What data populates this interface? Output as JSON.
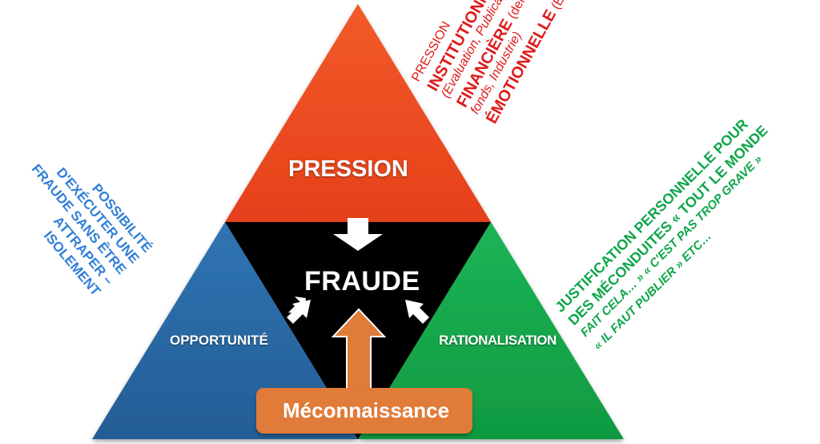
{
  "diagram": {
    "center_label": "FRAUDE",
    "top": {
      "label": "PRESSION",
      "color": "#ef4a1f"
    },
    "left": {
      "label": "OPPORTUNITÉ",
      "color": "#2a6aa6"
    },
    "right": {
      "label": "RATIONALISATION",
      "color": "#16a84c"
    },
    "center_color": "#000000",
    "bottom_box": {
      "label": "Méconnaissance",
      "color": "#e07b39"
    }
  },
  "annotations": {
    "pression": {
      "color": "#e01b1b",
      "lines": {
        "l1": "PRESSION",
        "l2_bold": "INSTITUTIONNELLE,",
        "l3_italic": "(Evaluation, Publication IF)",
        "l4_bold": "FINANCIÈRE",
        "l4_rest": " (demande de",
        "l5_italic": "fonds, Industrie)",
        "l6_bold": "ÉMOTIONNELLE",
        "l6_rest": " (EGO)"
      }
    },
    "rationalisation": {
      "color": "#0ea64a",
      "lines": {
        "l1": "JUSTIFICATION PERSONNELLE POUR",
        "l2": "DES MÉCONDUITES « TOUT LE MONDE",
        "l3": "FAIT CELA… » « C'EST PAS TROP GRAVE »",
        "l4": "« IL FAUT PUBLIER » ETC…"
      }
    },
    "opportunite": {
      "color": "#2f7fd8",
      "lines": {
        "l1": "POSSIBILITÉ",
        "l2": "D'EXÉCUTER UNE",
        "l3": "FRAUDE SANS ÊTRE",
        "l4": "ATTRAPER –",
        "l5": "ISOLEMENT"
      }
    }
  }
}
